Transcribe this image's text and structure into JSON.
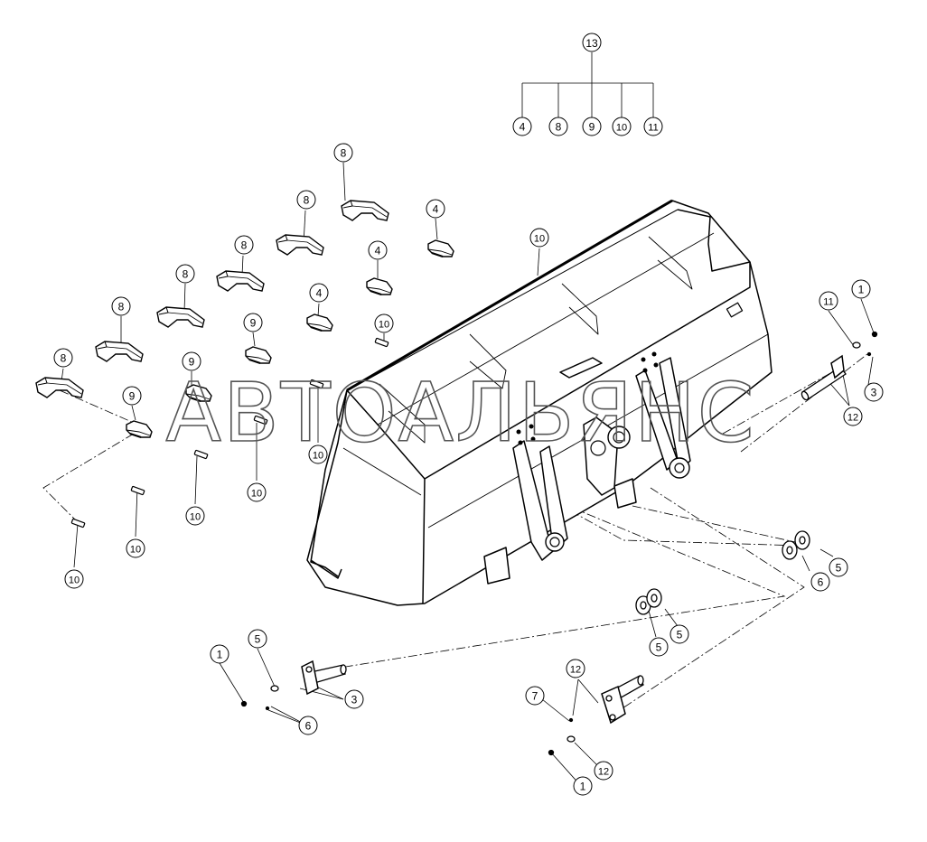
{
  "watermark": "АВТОАЛЬЯНС",
  "tree_root": "13",
  "tree_children": [
    "4",
    "8",
    "9",
    "10",
    "11"
  ],
  "callouts": [
    {
      "label": "8"
    },
    {
      "label": "8"
    },
    {
      "label": "8"
    },
    {
      "label": "8"
    },
    {
      "label": "8"
    },
    {
      "label": "8"
    },
    {
      "label": "4"
    },
    {
      "label": "4"
    },
    {
      "label": "4"
    },
    {
      "label": "9"
    },
    {
      "label": "9"
    },
    {
      "label": "9"
    },
    {
      "label": "10"
    },
    {
      "label": "10"
    },
    {
      "label": "10"
    },
    {
      "label": "10"
    },
    {
      "label": "10"
    },
    {
      "label": "10"
    },
    {
      "label": "10"
    },
    {
      "label": "11"
    },
    {
      "label": "1"
    },
    {
      "label": "3"
    },
    {
      "label": "12"
    },
    {
      "label": "6"
    },
    {
      "label": "5"
    },
    {
      "label": "5"
    },
    {
      "label": "5"
    },
    {
      "label": "5"
    },
    {
      "label": "1"
    },
    {
      "label": "3"
    },
    {
      "label": "6"
    },
    {
      "label": "12"
    },
    {
      "label": "7"
    },
    {
      "label": "12"
    },
    {
      "label": "1"
    },
    {
      "label": "3"
    }
  ]
}
